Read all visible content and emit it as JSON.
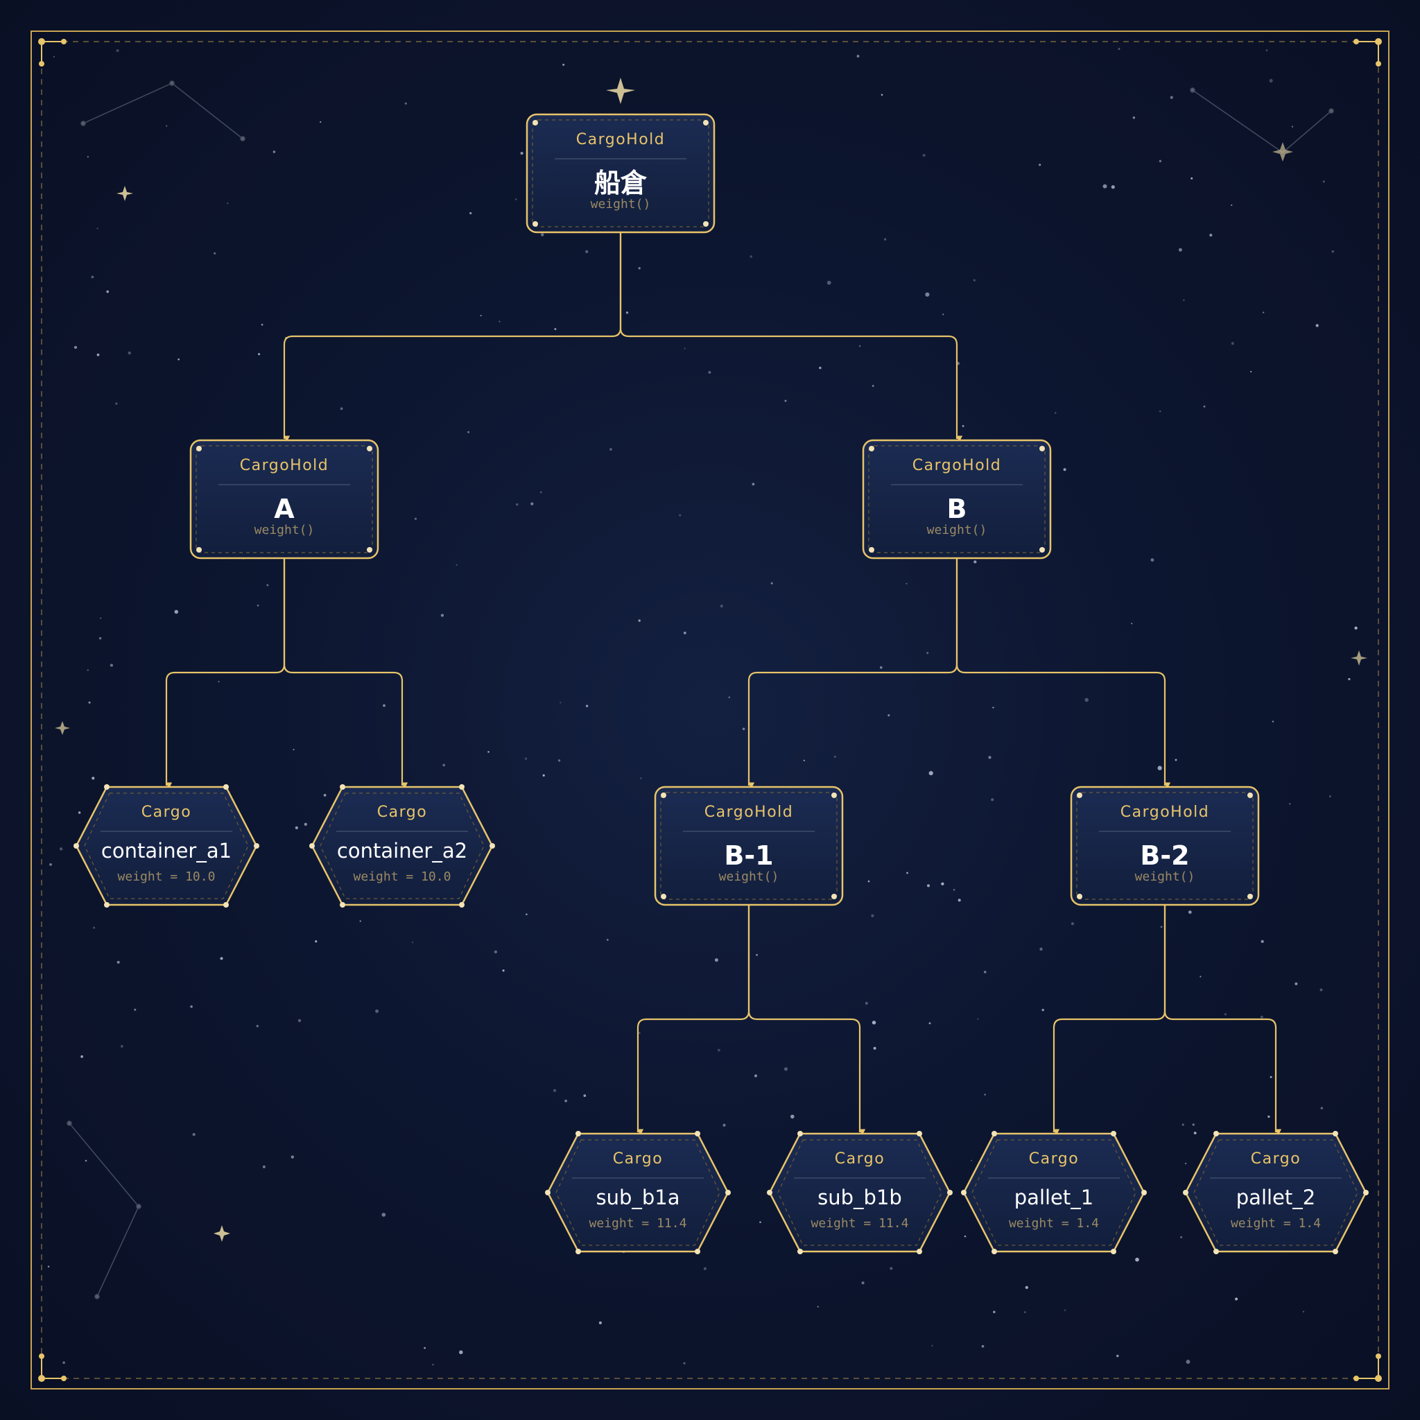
{
  "colors": {
    "background": "#0b1228",
    "accent_gold": "#e8c46a",
    "node_fill": "#17264a",
    "title_text": "#ffffff",
    "muted_text": "#9a8a63"
  },
  "nodes": [
    {
      "id": "root",
      "shape": "rect",
      "type": "CargoHold",
      "name": "船倉",
      "detail": "weight()"
    },
    {
      "id": "A",
      "shape": "rect",
      "type": "CargoHold",
      "name": "A",
      "detail": "weight()"
    },
    {
      "id": "B",
      "shape": "rect",
      "type": "CargoHold",
      "name": "B",
      "detail": "weight()"
    },
    {
      "id": "a1",
      "shape": "hex",
      "type": "Cargo",
      "name": "container_a1",
      "detail": "weight = 10.0"
    },
    {
      "id": "a2",
      "shape": "hex",
      "type": "Cargo",
      "name": "container_a2",
      "detail": "weight = 10.0"
    },
    {
      "id": "B1",
      "shape": "rect",
      "type": "CargoHold",
      "name": "B-1",
      "detail": "weight()"
    },
    {
      "id": "B2",
      "shape": "rect",
      "type": "CargoHold",
      "name": "B-2",
      "detail": "weight()"
    },
    {
      "id": "b1a",
      "shape": "hex",
      "type": "Cargo",
      "name": "sub_b1a",
      "detail": "weight = 11.4"
    },
    {
      "id": "b1b",
      "shape": "hex",
      "type": "Cargo",
      "name": "sub_b1b",
      "detail": "weight = 11.4"
    },
    {
      "id": "p1",
      "shape": "hex",
      "type": "Cargo",
      "name": "pallet_1",
      "detail": "weight = 1.4"
    },
    {
      "id": "p2",
      "shape": "hex",
      "type": "Cargo",
      "name": "pallet_2",
      "detail": "weight = 1.4"
    }
  ],
  "edges": [
    {
      "from": "root",
      "to": "A"
    },
    {
      "from": "root",
      "to": "B"
    },
    {
      "from": "A",
      "to": "a1"
    },
    {
      "from": "A",
      "to": "a2"
    },
    {
      "from": "B",
      "to": "B1"
    },
    {
      "from": "B",
      "to": "B2"
    },
    {
      "from": "B1",
      "to": "b1a"
    },
    {
      "from": "B1",
      "to": "b1b"
    },
    {
      "from": "B2",
      "to": "p1"
    },
    {
      "from": "B2",
      "to": "p2"
    }
  ]
}
